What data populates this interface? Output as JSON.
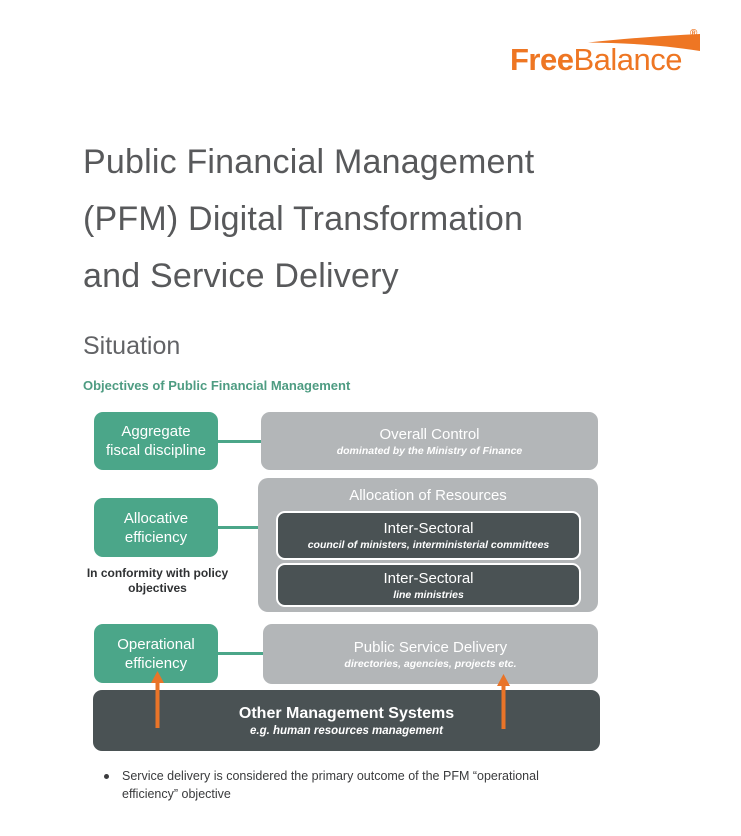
{
  "logo": {
    "brand_bold": "Free",
    "brand_light": "Balance",
    "registered": "®"
  },
  "header": {
    "title_lines": [
      "Public Financial Management",
      "(PFM) Digital Transformation",
      "and Service Delivery"
    ],
    "subtitle": "Situation"
  },
  "diagram": {
    "heading": "Objectives of Public Financial Management",
    "row1": {
      "objective_lines": [
        "Aggregate",
        "fiscal discipline"
      ],
      "box_title": "Overall Control",
      "box_sub": "dominated by the Ministry of Finance"
    },
    "row2": {
      "objective_lines": [
        "Allocative",
        "efficiency"
      ],
      "note_lines": [
        "In conformity with policy",
        "objectives"
      ],
      "container_title": "Allocation of Resources",
      "inner1_title": "Inter-Sectoral",
      "inner1_sub": "council of ministers, interministerial committees",
      "inner2_title": "Inter-Sectoral",
      "inner2_sub": "line ministries"
    },
    "row3": {
      "objective_lines": [
        "Operational",
        "efficiency"
      ],
      "box_title": "Public Service Delivery",
      "box_sub": "directories, agencies, projects etc."
    },
    "bottom": {
      "title": "Other Management Systems",
      "sub": "e.g. human resources management"
    }
  },
  "bullet": {
    "text": "Service delivery is considered the primary outcome of the PFM “operational efficiency” objective"
  },
  "colors": {
    "brand_orange": "#EE7623",
    "objective_green": "#4BA689",
    "box_gray": "#B3B6B8",
    "box_dark": "#4A5254",
    "heading_teal": "#4E9C82",
    "title_gray": "#58595B"
  }
}
